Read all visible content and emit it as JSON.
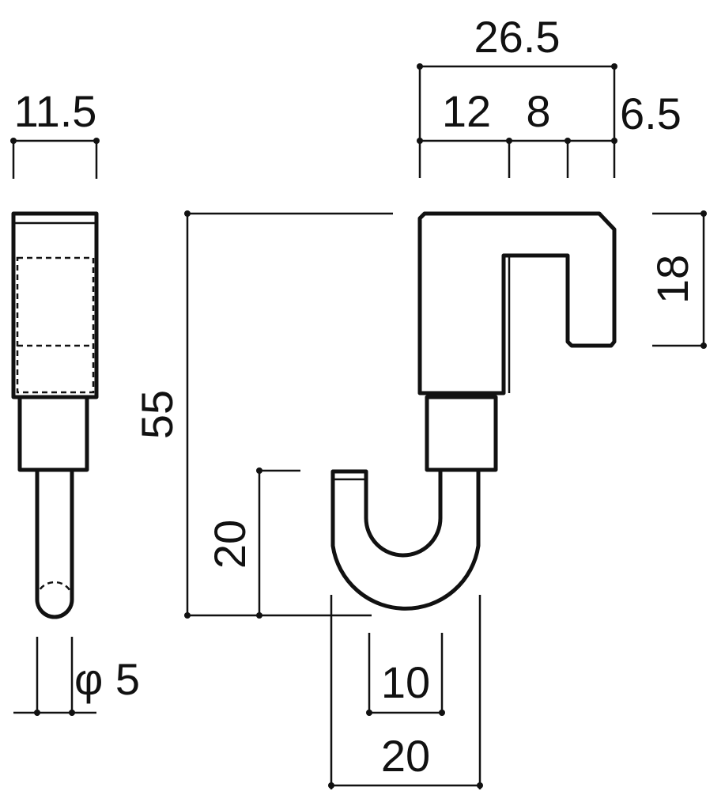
{
  "dimensions": {
    "total_width": "26.5",
    "seg_a": "12",
    "seg_b": "8",
    "seg_c": "6.5",
    "side_width": "11.5",
    "total_height": "55",
    "clamp_height": "18",
    "hook_depth": "20",
    "hook_inner": "10",
    "hook_outer": "20",
    "rod_diameter": "φ 5"
  },
  "colors": {
    "line": "#111111",
    "background": "#ffffff"
  }
}
